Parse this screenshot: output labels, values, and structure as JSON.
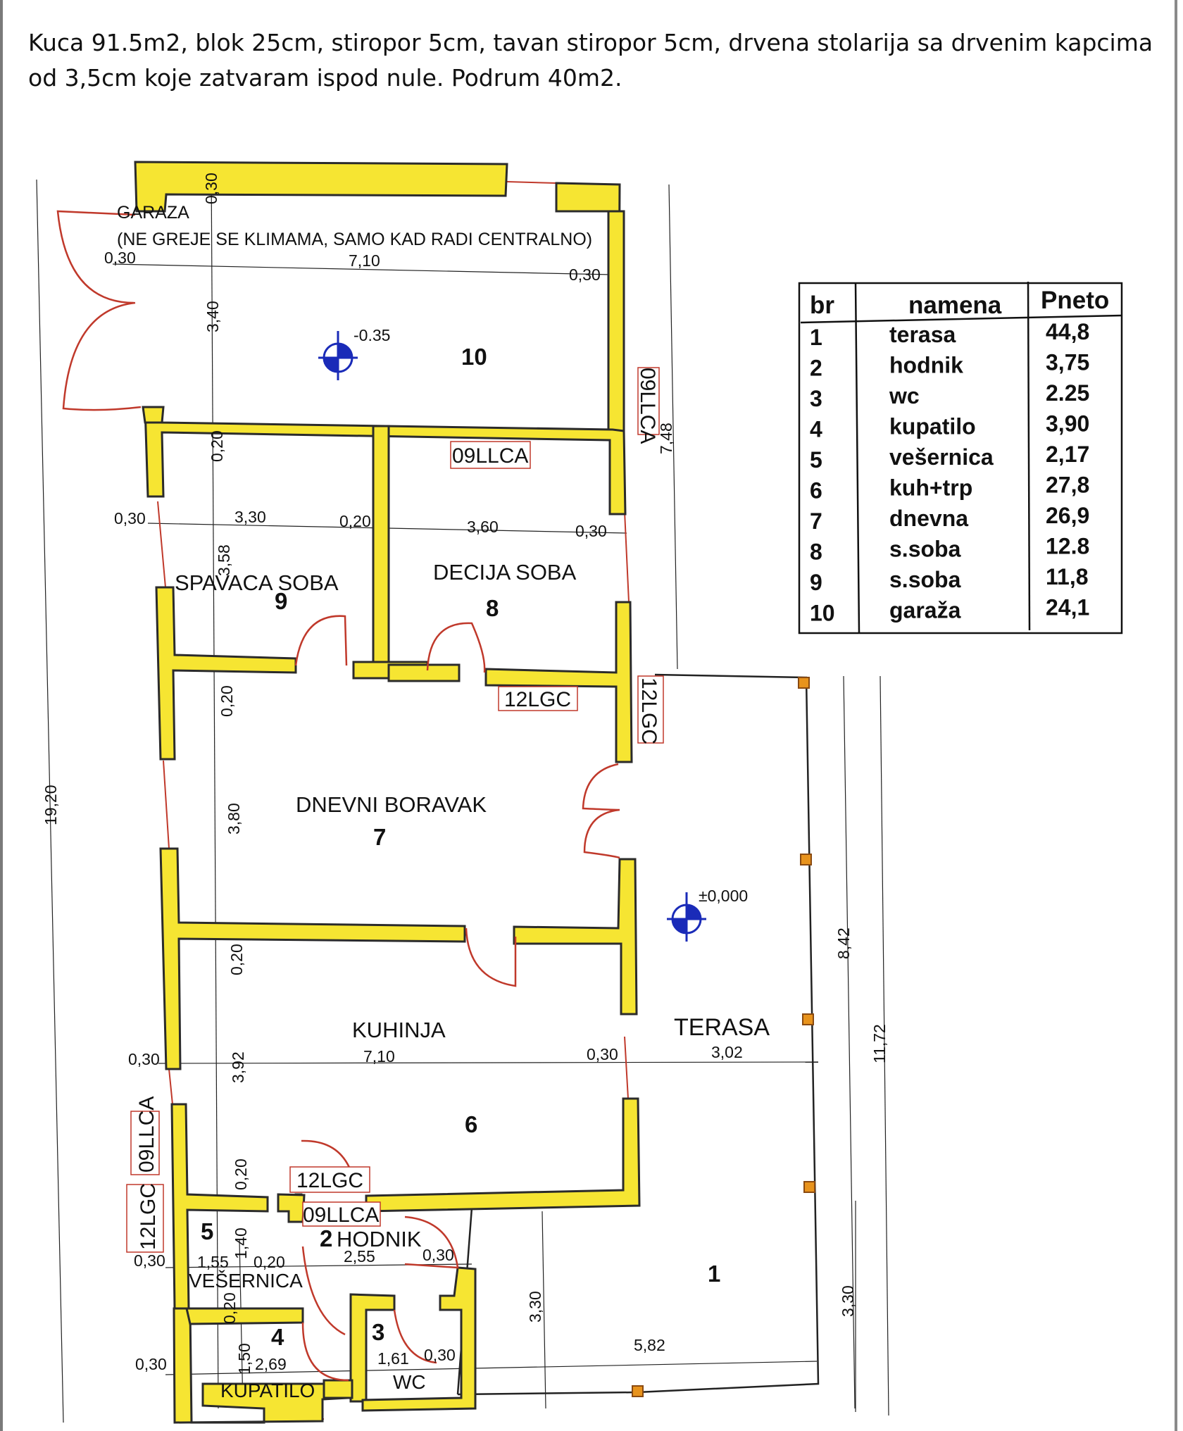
{
  "description": {
    "line1": "Kuca 91.5m2, blok 25cm, stiropor 5cm, tavan stiropor 5cm, drvena stolarija sa drvenim kapcima",
    "line2": "od 3,5cm koje zatvaram ispod nule. Podrum 40m2."
  },
  "rooms": {
    "garage": {
      "name": "GARAZA",
      "note": "(NE GREJE SE KLIMAMA, SAMO KAD RADI CENTRALNO)",
      "number": "10",
      "level": "-0.35"
    },
    "bedroom": {
      "name": "SPAVACA SOBA",
      "number": "9"
    },
    "kids_room": {
      "name": "DECIJA SOBA",
      "number": "8"
    },
    "living": {
      "name": "DNEVNI BORAVAK",
      "number": "7"
    },
    "kitchen": {
      "name": "KUHINJA",
      "number": "6"
    },
    "terrace": {
      "name": "TERASA",
      "number": "1",
      "level": "±0,000"
    },
    "laundry": {
      "name": "VEŠERNICA",
      "number": "5"
    },
    "hall": {
      "name": "HODNIK",
      "number": "2"
    },
    "bath": {
      "name": "KUPATILO",
      "number": "4"
    },
    "wc": {
      "name": "WC",
      "number": "3"
    }
  },
  "window_codes": {
    "w09_garage_side": "09LLCA",
    "w09_kids": "09LLCA",
    "w12_living_top": "12LGC",
    "w12_living_side": "12LGC",
    "w09_kitchen_left": "09LLCA",
    "w12_laundry_left": "12LGC",
    "w12_hall_door": "12LGC",
    "w09_hall": "09LLCA"
  },
  "dimensions": {
    "g_030_top": "0,30",
    "g_710": "7,10",
    "g_030_left": "0,30",
    "g_030_right": "0,30",
    "g_340": "3,40",
    "r_020_a": "0,20",
    "r_030_left": "0,30",
    "r_330": "3,30",
    "r_020_mid": "0,20",
    "r_360": "3,60",
    "r_030_right": "0,30",
    "r_358": "3,58",
    "l_020": "0,20",
    "l_380": "3,80",
    "k_020": "0,20",
    "k_030_left": "0,30",
    "k_710": "7,10",
    "k_030_right": "0,30",
    "t_302": "3,02",
    "k_392": "3,92",
    "b_020_a": "0,20",
    "b_030_left": "0,30",
    "b_155": "1,55",
    "b_020_b": "0,20",
    "b_255": "2,55",
    "b_030_c": "0,30",
    "b_140": "1,40",
    "b_020_v": "0,20",
    "b_150": "1,50",
    "b_030_bot": "0,30",
    "b_269": "2,69",
    "b_161": "1,61",
    "b_030_d": "0,30",
    "t_582": "5,82",
    "t_330": "3,30",
    "t_330_right": "3,30",
    "total_1920": "19,20",
    "total_748": "7,48",
    "total_842": "8,42",
    "total_1172": "11,72"
  },
  "table": {
    "headers": [
      "br",
      "namena",
      "Pneto"
    ],
    "rows": [
      [
        "1",
        "terasa",
        "44,8"
      ],
      [
        "2",
        "hodnik",
        "3,75"
      ],
      [
        "3",
        "wc",
        "2.25"
      ],
      [
        "4",
        "kupatilo",
        "3,90"
      ],
      [
        "5",
        "vešernica",
        "2,17"
      ],
      [
        "6",
        "kuh+trp",
        "27,8"
      ],
      [
        "7",
        "dnevna",
        "26,9"
      ],
      [
        "8",
        "s.soba",
        "12.8"
      ],
      [
        "9",
        "s.soba",
        "11,8"
      ],
      [
        "10",
        "garaža",
        "24,1"
      ]
    ]
  },
  "colors": {
    "wall_fill": "#f6e532",
    "wall_stroke": "#2b2b2b",
    "door": "#c0392b",
    "marker": "#1a2bb8",
    "code_box": "#c0392b",
    "column": "#e8931c"
  }
}
